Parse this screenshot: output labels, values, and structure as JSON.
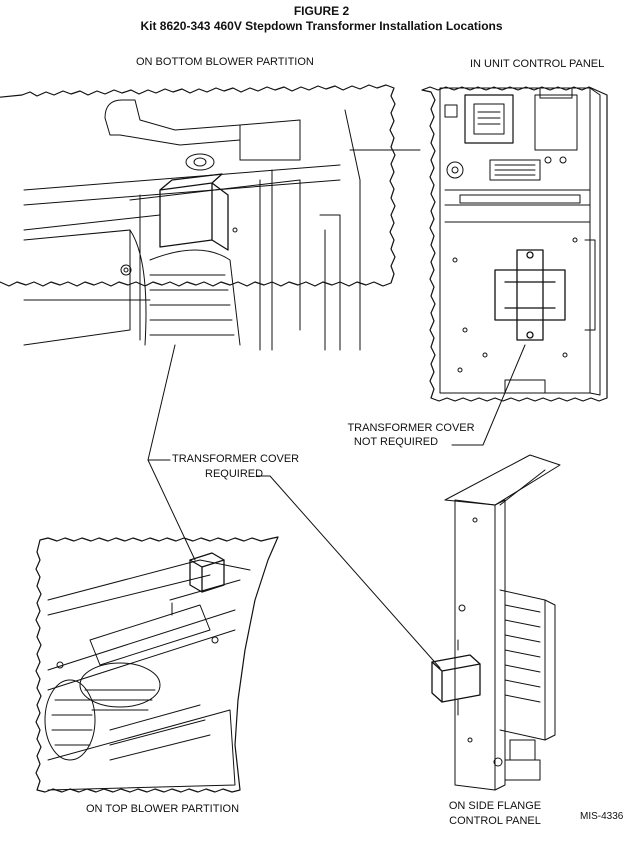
{
  "figure": {
    "title": "FIGURE 2",
    "subtitle": "Kit 8620-343 460V Stepdown Transformer Installation Locations"
  },
  "labels": {
    "bottom_blower": "ON BOTTOM BLOWER PARTITION",
    "unit_control_panel": "IN UNIT CONTROL PANEL",
    "cover_not_required_line1": "TRANSFORMER COVER",
    "cover_not_required_line2": "NOT REQUIRED",
    "cover_required_line1": "TRANSFORMER COVER",
    "cover_required_line2": "REQUIRED",
    "top_blower": "ON TOP BLOWER PARTITION",
    "side_flange_line1": "ON SIDE FLANGE",
    "side_flange_line2": "CONTROL PANEL",
    "drawing_number": "MIS-4336"
  },
  "colors": {
    "ink": "#111111",
    "paper": "#ffffff"
  }
}
